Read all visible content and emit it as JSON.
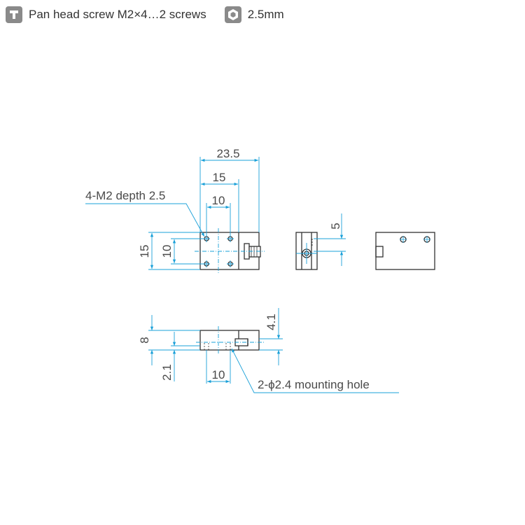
{
  "header": {
    "screw_icon": "pan-head-screw-icon",
    "screw_label": "Pan head screw M2×4…2 screws",
    "hex_icon": "hex-key-icon",
    "hex_label": "2.5mm"
  },
  "colors": {
    "dimension": "#1aa0d8",
    "outline": "#333333",
    "icon_bg": "#8a8a8a"
  },
  "dimensions": {
    "overall_width": "23.5",
    "hole_span_outer": "15",
    "hole_span_inner": "10",
    "height_left_outer": "15",
    "height_left_inner": "10",
    "side_offset": "5",
    "thickness": "8",
    "slot_depth": "4.1",
    "hole_offset": "2.1",
    "hole_pitch": "10"
  },
  "callouts": {
    "tapped_holes": "4-M2 depth 2.5",
    "mounting_hole": "2-ϕ2.4 mounting hole"
  }
}
